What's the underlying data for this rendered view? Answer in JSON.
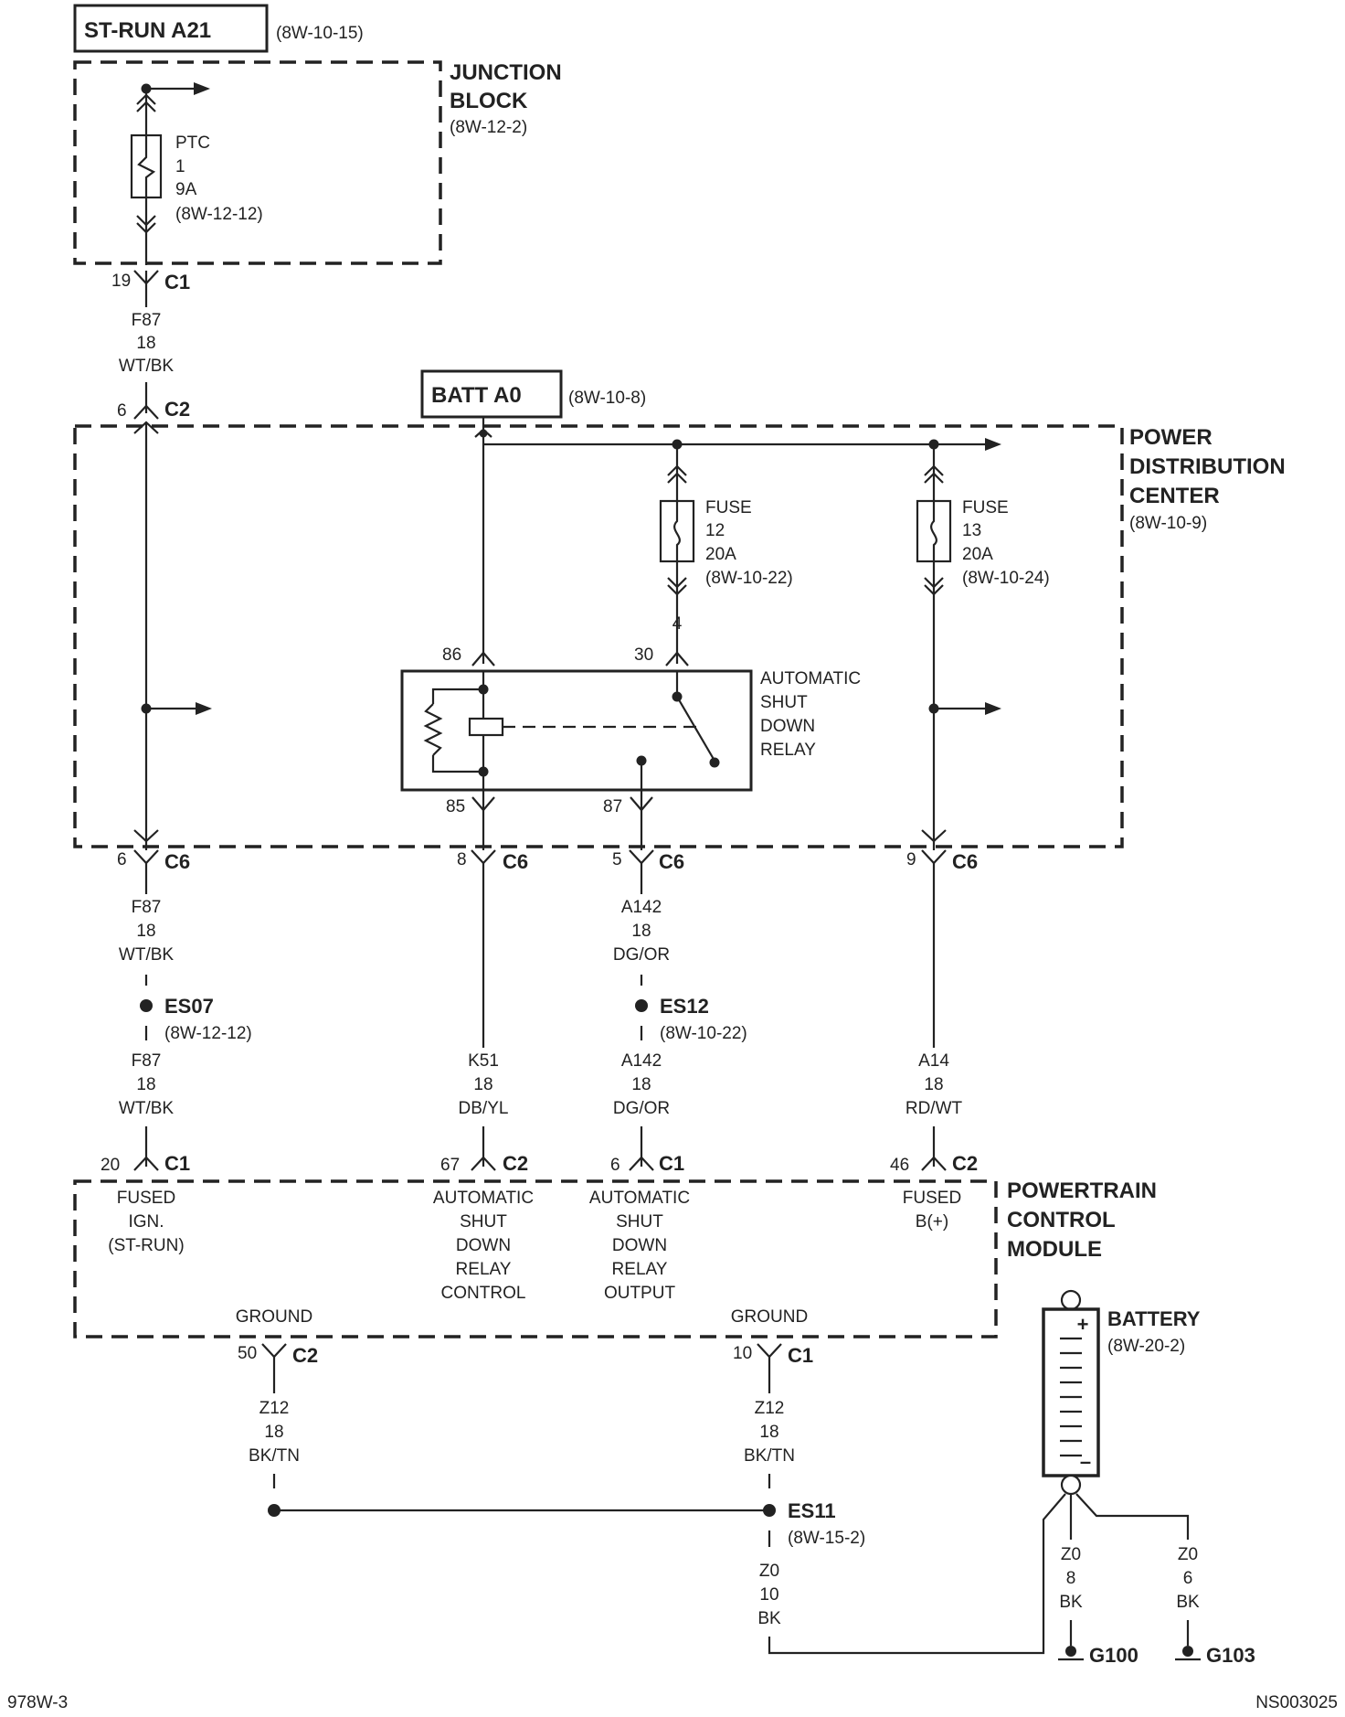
{
  "sources": {
    "st_run": {
      "name": "ST-RUN A21",
      "ref": "(8W-10-15)"
    },
    "batt": {
      "name": "BATT A0",
      "ref": "(8W-10-8)"
    }
  },
  "junction_block": {
    "title_1": "JUNCTION",
    "title_2": "BLOCK",
    "ref": "(8W-12-2)",
    "ptc": {
      "l1": "PTC",
      "l2": "1",
      "l3": "9A",
      "l4": "(8W-12-12)"
    }
  },
  "pdc": {
    "title_1": "POWER",
    "title_2": "DISTRIBUTION",
    "title_3": "CENTER",
    "ref": "(8W-10-9)",
    "fuse12": {
      "l1": "FUSE",
      "l2": "12",
      "l3": "20A",
      "l4": "(8W-10-22)"
    },
    "fuse13": {
      "l1": "FUSE",
      "l2": "13",
      "l3": "20A",
      "l4": "(8W-10-24)"
    },
    "relay": {
      "l1": "AUTOMATIC",
      "l2": "SHUT",
      "l3": "DOWN",
      "l4": "RELAY",
      "pin86": "86",
      "pin30": "30",
      "pin85": "85",
      "pin87": "87",
      "fuse_out": "4"
    }
  },
  "pcm": {
    "title_1": "POWERTRAIN",
    "title_2": "CONTROL",
    "title_3": "MODULE",
    "pin1": {
      "l1": "FUSED",
      "l2": "IGN.",
      "l3": "(ST-RUN)"
    },
    "pin2": {
      "l1": "AUTOMATIC",
      "l2": "SHUT",
      "l3": "DOWN",
      "l4": "RELAY",
      "l5": "CONTROL"
    },
    "pin3": {
      "l1": "AUTOMATIC",
      "l2": "SHUT",
      "l3": "DOWN",
      "l4": "RELAY",
      "l5": "OUTPUT"
    },
    "pin4": {
      "l1": "FUSED",
      "l2": "B(+)"
    },
    "ground": "GROUND"
  },
  "connectors": {
    "jb_c1": {
      "pin": "19",
      "name": "C1"
    },
    "pdc_c2": {
      "pin": "6",
      "name": "C2"
    },
    "pdc_c6_a": {
      "pin": "6",
      "name": "C6"
    },
    "pdc_c6_b": {
      "pin": "8",
      "name": "C6"
    },
    "pdc_c6_c": {
      "pin": "5",
      "name": "C6"
    },
    "pdc_c6_d": {
      "pin": "9",
      "name": "C6"
    },
    "pcm_a": {
      "pin": "20",
      "name": "C1"
    },
    "pcm_b": {
      "pin": "67",
      "name": "C2"
    },
    "pcm_c": {
      "pin": "6",
      "name": "C1"
    },
    "pcm_d": {
      "pin": "46",
      "name": "C2"
    },
    "gnd_a": {
      "pin": "50",
      "name": "C2"
    },
    "gnd_b": {
      "pin": "10",
      "name": "C1"
    }
  },
  "wires": {
    "f87_top": {
      "c": "F87",
      "g": "18",
      "col": "WT/BK"
    },
    "f87_mid": {
      "c": "F87",
      "g": "18",
      "col": "WT/BK"
    },
    "f87_low": {
      "c": "F87",
      "g": "18",
      "col": "WT/BK"
    },
    "k51": {
      "c": "K51",
      "g": "18",
      "col": "DB/YL"
    },
    "a142_mid": {
      "c": "A142",
      "g": "18",
      "col": "DG/OR"
    },
    "a142_low": {
      "c": "A142",
      "g": "18",
      "col": "DG/OR"
    },
    "a14": {
      "c": "A14",
      "g": "18",
      "col": "RD/WT"
    },
    "z12_a": {
      "c": "Z12",
      "g": "18",
      "col": "BK/TN"
    },
    "z12_b": {
      "c": "Z12",
      "g": "18",
      "col": "BK/TN"
    },
    "z0_10": {
      "c": "Z0",
      "g": "10",
      "col": "BK"
    },
    "z0_8": {
      "c": "Z0",
      "g": "8",
      "col": "BK"
    },
    "z0_6": {
      "c": "Z0",
      "g": "6",
      "col": "BK"
    }
  },
  "splices": {
    "es07": {
      "name": "ES07",
      "ref": "(8W-12-12)"
    },
    "es12": {
      "name": "ES12",
      "ref": "(8W-10-22)"
    },
    "es11": {
      "name": "ES11",
      "ref": "(8W-15-2)"
    }
  },
  "battery": {
    "name": "BATTERY",
    "ref": "(8W-20-2)",
    "plus": "+",
    "minus": "–"
  },
  "grounds": {
    "g100": "G100",
    "g103": "G103"
  },
  "footer": {
    "left": "978W-3",
    "right": "NS003025"
  }
}
